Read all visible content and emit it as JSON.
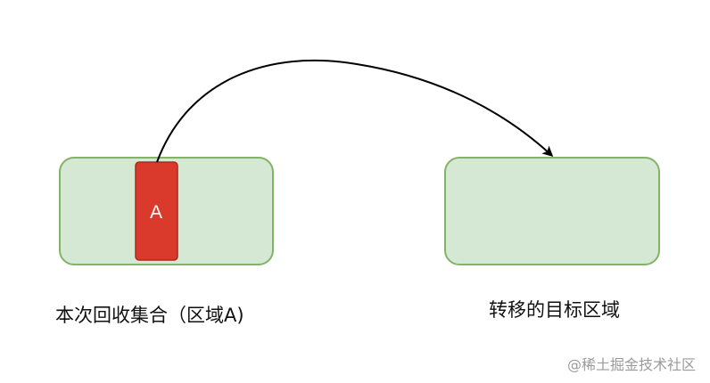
{
  "diagram": {
    "block_a_label": "A",
    "source_label": "本次回收集合（区域A)",
    "target_label": "转移的目标区域"
  },
  "watermark": "@稀土掘金技术社区",
  "colors": {
    "region_fill": "#d5e8d4",
    "region_stroke": "#82b366",
    "block_fill": "#d93a2b",
    "block_stroke": "#b0271b",
    "arrow": "#000000"
  }
}
